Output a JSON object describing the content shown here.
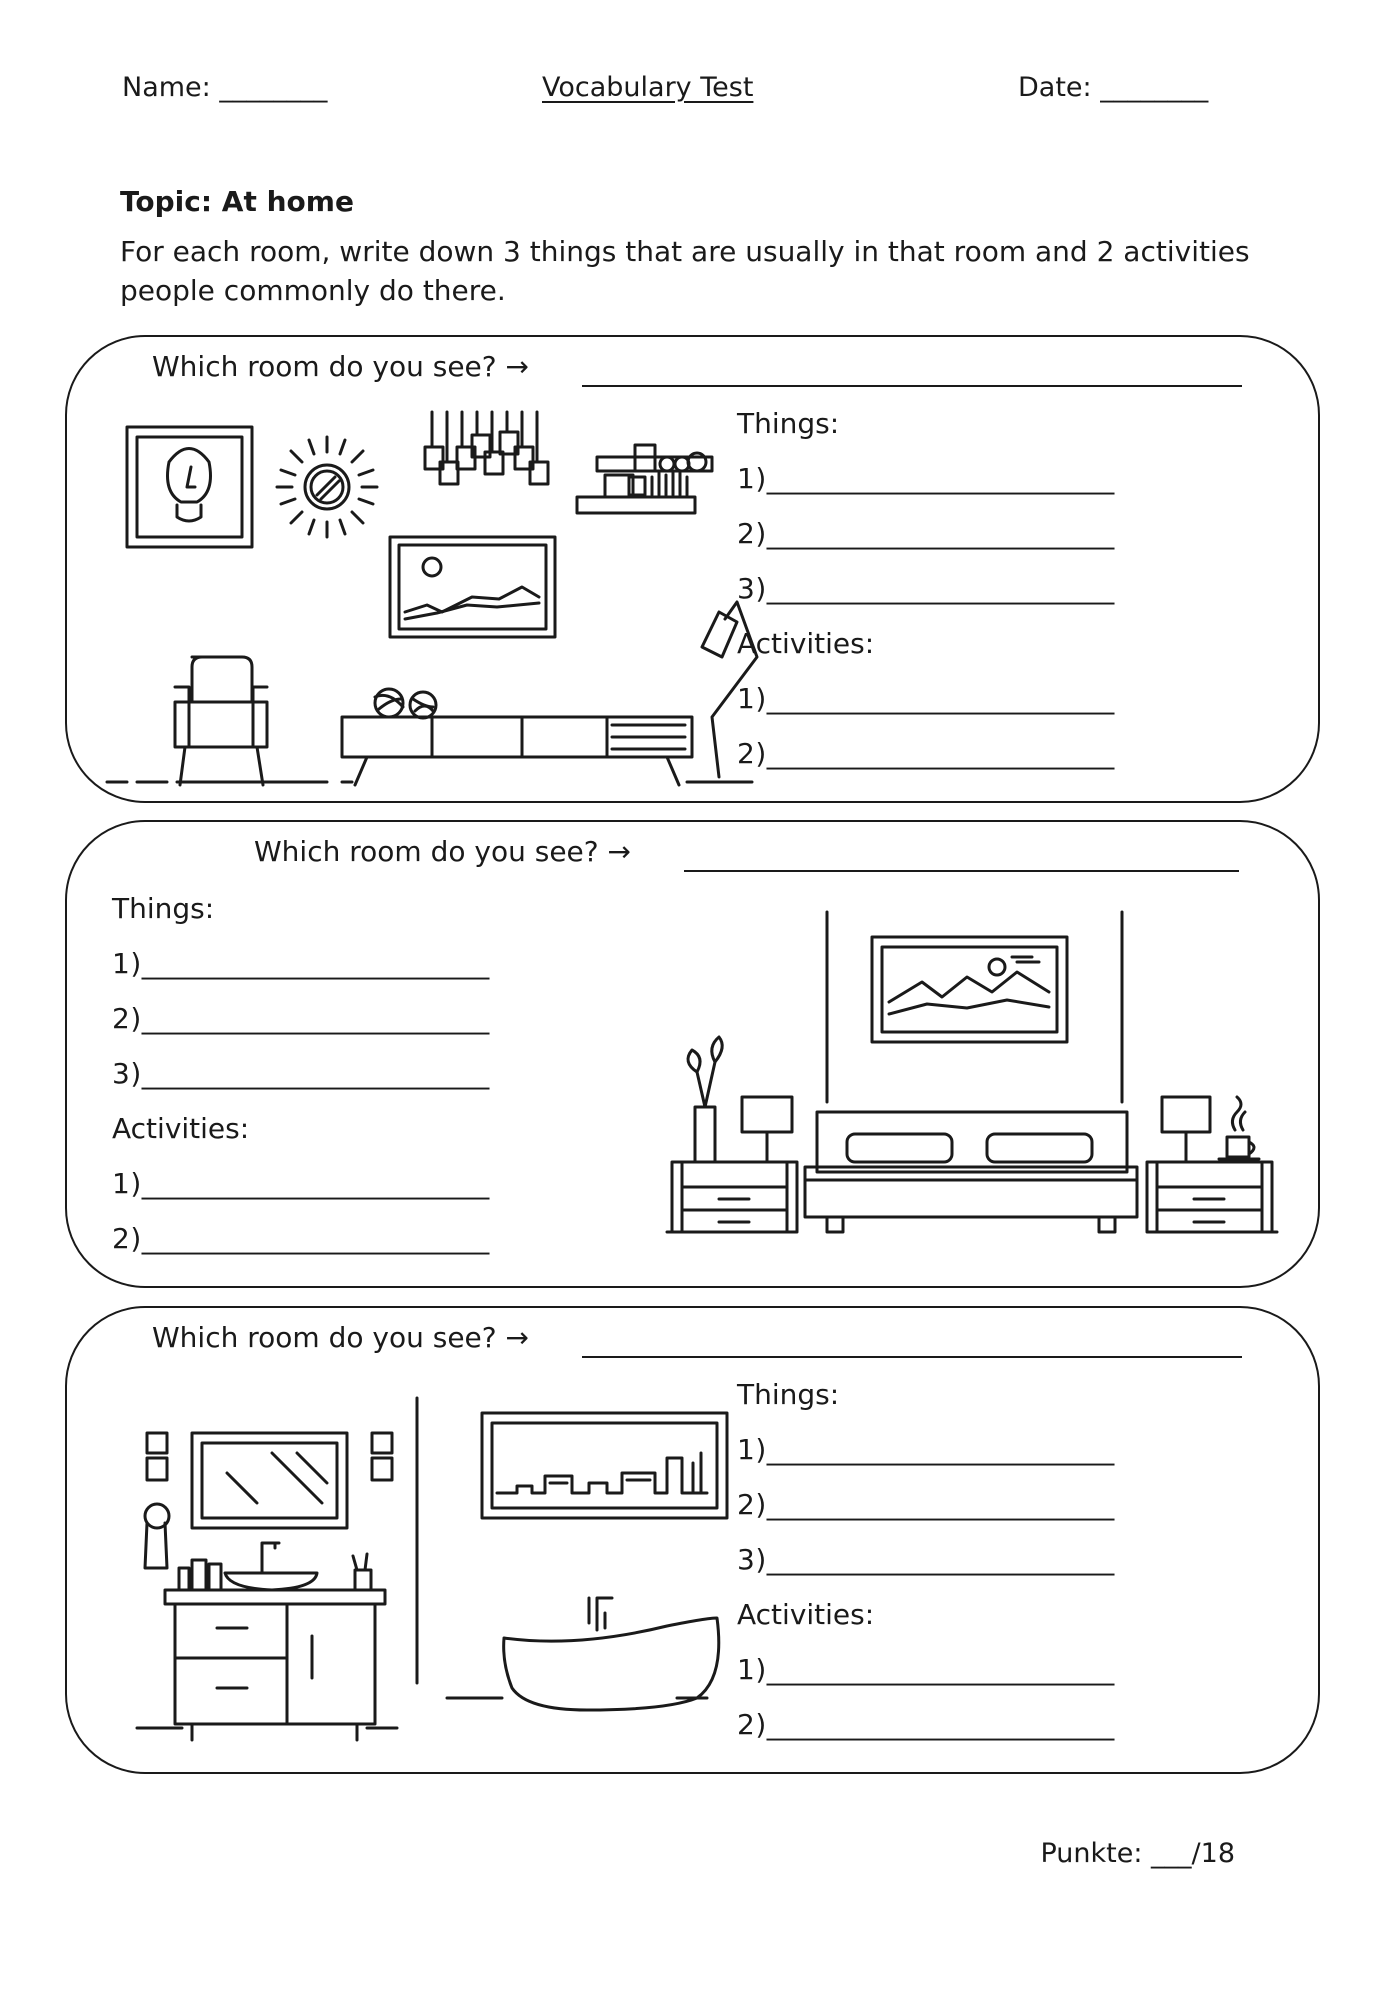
{
  "header": {
    "name_label": "Name: ________",
    "title": "Vocabulary Test",
    "date_label": "Date: ________"
  },
  "topic": "Topic: At home",
  "instructions": "For each room, write down 3 things that are usually in that room and 2 activities people commonly do there.",
  "question": "Which room do you see? →",
  "things_label": "Things:",
  "activities_label": "Activities:",
  "blanks": {
    "t1": "1)________________________",
    "t2": "2)________________________",
    "t3": "3)________________________",
    "a1": "1)________________________",
    "a2": "2)________________________"
  },
  "score": "Punkte: ___/18",
  "illustrations": [
    "living-room-icon",
    "bedroom-icon",
    "bathroom-icon"
  ]
}
